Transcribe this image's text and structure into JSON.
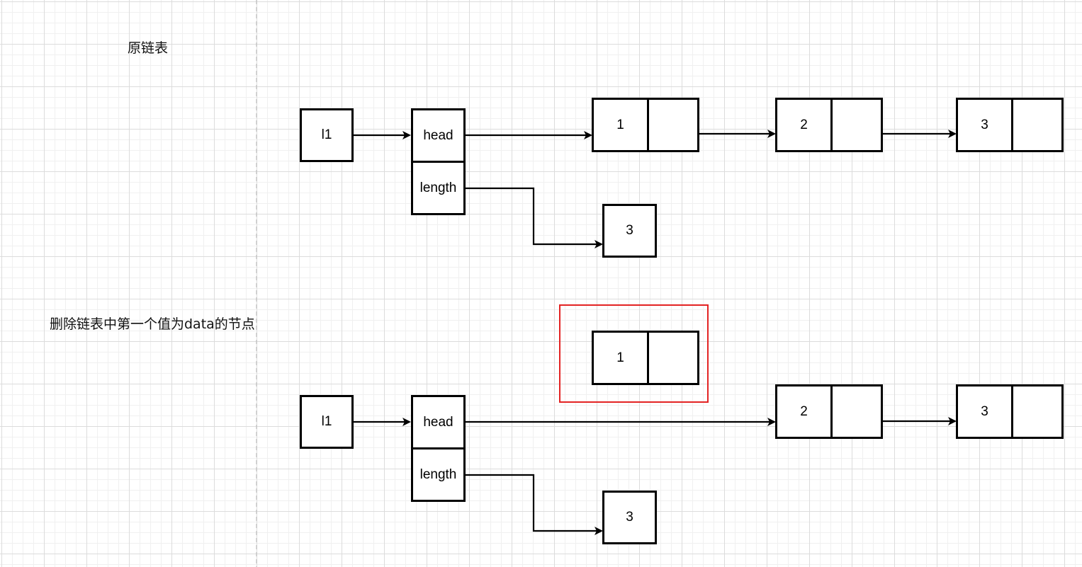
{
  "sections": {
    "original": {
      "title": "原链表"
    },
    "after": {
      "title": "删除链表中第一个值为data的节点"
    }
  },
  "diagram_top": {
    "var": "l1",
    "head_label": "head",
    "length_label": "length",
    "length_value": "3",
    "nodes": [
      "1",
      "2",
      "3"
    ]
  },
  "diagram_bottom": {
    "var": "l1",
    "head_label": "head",
    "length_label": "length",
    "length_value": "3",
    "removed_node": "1",
    "nodes": [
      "2",
      "3"
    ]
  },
  "colors": {
    "highlight": "#e32323",
    "stroke": "#000000"
  }
}
